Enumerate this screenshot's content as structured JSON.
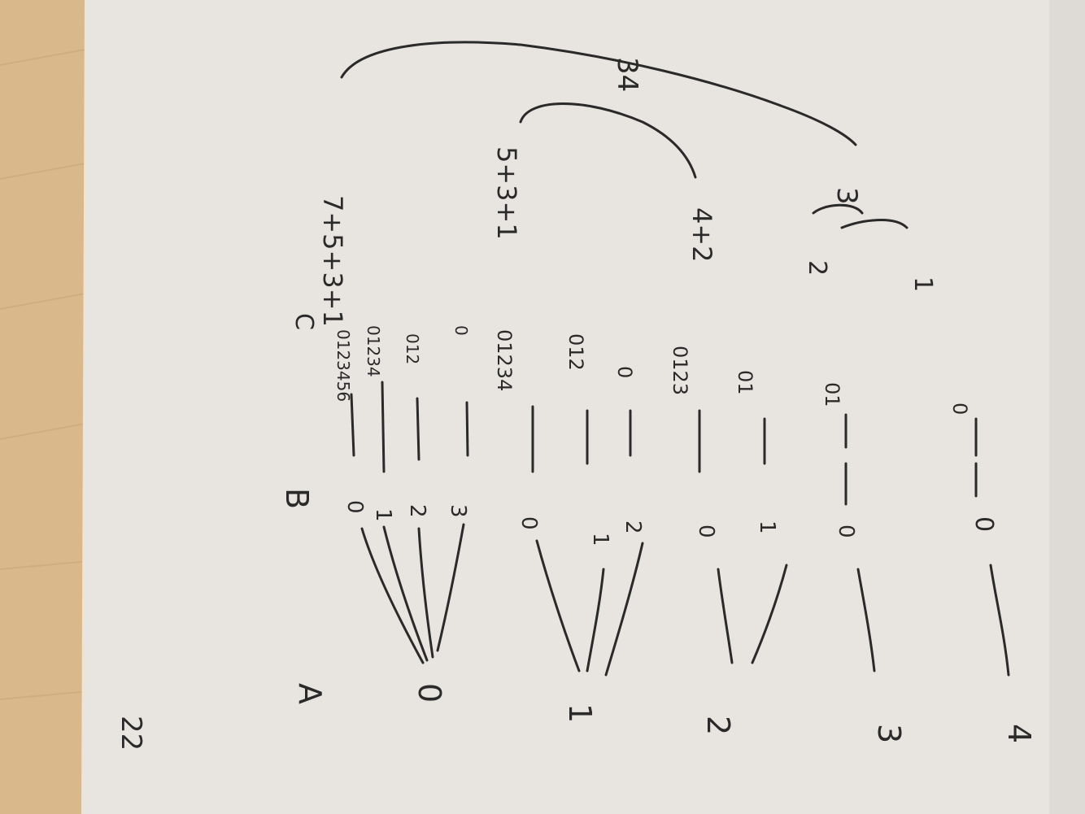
{
  "photo": {
    "subject": "",
    "colors": {
      "desk": "#d9b98c",
      "paper": "#e8e5e1",
      "ink": "#2a2a2a"
    }
  },
  "labels": {
    "page_number": "22",
    "col_a": "A",
    "col_b": "B",
    "col_c": "C",
    "total": "34"
  },
  "groups": [
    {
      "a": "0",
      "b": [
        "0",
        "1",
        "2",
        "3"
      ],
      "c": [
        "0123456",
        "01234",
        "012",
        "0"
      ],
      "sum": "7+5+3+1"
    },
    {
      "a": "1",
      "b": [
        "0",
        "1",
        "2"
      ],
      "c": [
        "01234",
        "012",
        "0"
      ],
      "sum": "5+3+1"
    },
    {
      "a": "2",
      "b": [
        "0",
        "1"
      ],
      "c": [
        "0123",
        "01"
      ],
      "sum": "4+2"
    },
    {
      "a": "3",
      "b": [
        "0"
      ],
      "c": [
        "01"
      ],
      "sum": "2"
    },
    {
      "a": "4",
      "b": [
        "0"
      ],
      "c": [
        "0"
      ],
      "sum": "1"
    }
  ],
  "brace_label": "3"
}
